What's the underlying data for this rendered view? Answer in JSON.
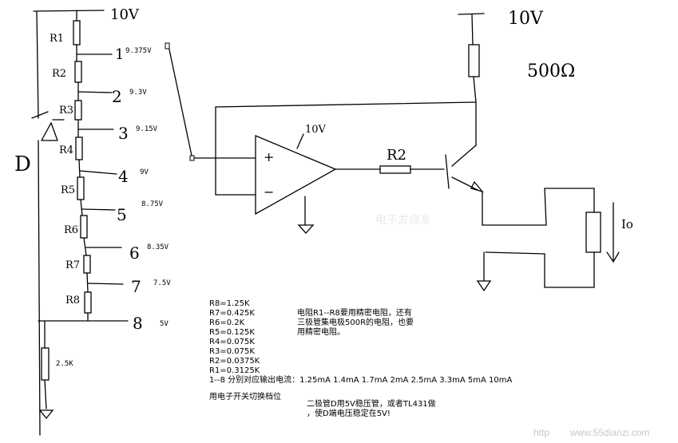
{
  "supply_left": "10V",
  "supply_right": "10V",
  "collector_resistor": "500Ω",
  "opamp_supply": "10V",
  "diode_label": "D",
  "resistor_chain": [
    {
      "label": "R1",
      "tap": "1",
      "voltage": "9.375V"
    },
    {
      "label": "R2",
      "tap": "2",
      "voltage": "9.3V"
    },
    {
      "label": "R3",
      "tap": "3",
      "voltage": "9.15V"
    },
    {
      "label": "R4",
      "tap": "4",
      "voltage": "9V"
    },
    {
      "label": "R5",
      "tap": "5",
      "voltage": "8.75V"
    },
    {
      "label": "R6",
      "tap": "6",
      "voltage": "8.35V"
    },
    {
      "label": "R7",
      "tap": "7",
      "voltage": "7.5V"
    },
    {
      "label": "R8",
      "tap": "8",
      "voltage": "5V"
    }
  ],
  "bottom_resistor": "2.5K",
  "base_resistor": "R2",
  "output_current_label": "Io",
  "values": [
    "R8=1.25K",
    "R7=0.425K",
    "R6=0.2K",
    "R5=0.125K",
    "R4=0.075K",
    "R3=0.075K",
    "R2=0.0375K",
    "R1=0.3125K",
    "1--8 分别对应输出电流：1.25mA  1.4mA  1.7mA  2mA  2.5mA  3.3mA  5mA  10mA"
  ],
  "note_precision": [
    "电阻R1--R8要用精密电阻，还有",
    "三极管集电极500R的电阻，也要",
    "用精密电阻。"
  ],
  "note_switch": "用电子开关切换档位",
  "note_zener": [
    "二极管D用5V稳压管，或者TL431做",
    "，使D端电压稳定在5V!"
  ],
  "watermark_center": "电子发烧友",
  "watermark_url": "www.55dianzi.com",
  "watermark_prefix": "http"
}
